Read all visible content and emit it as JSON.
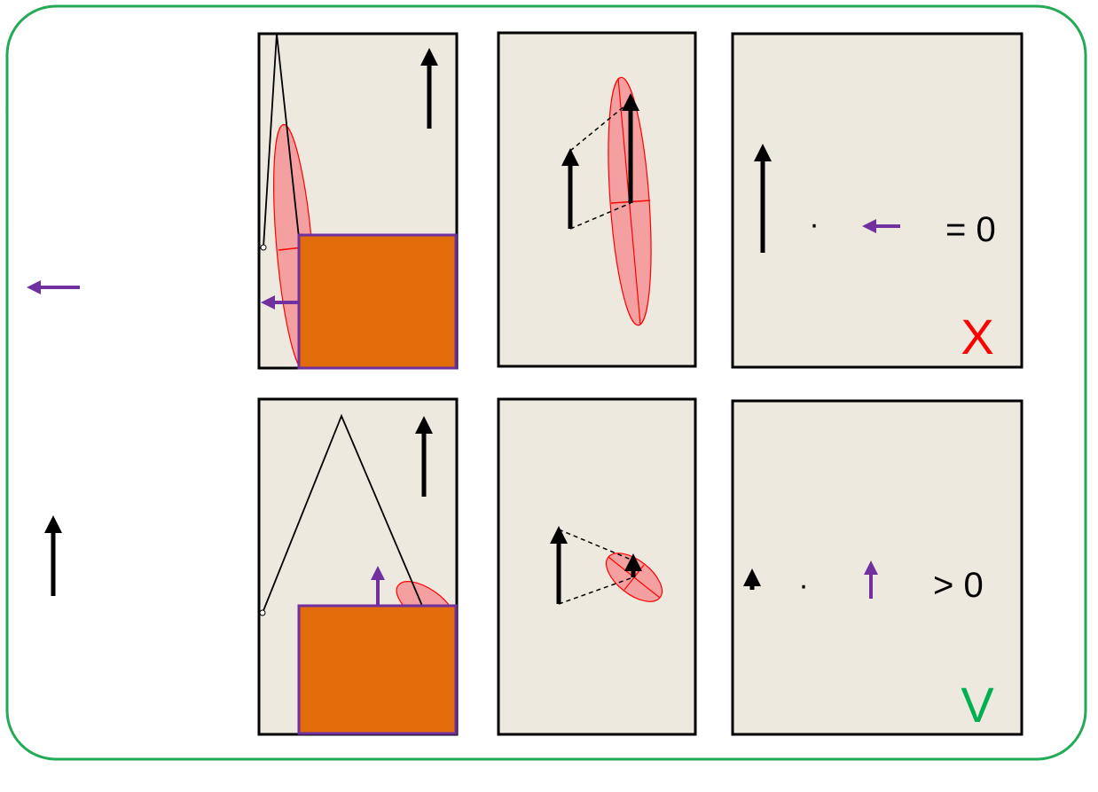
{
  "colors": {
    "frame_border": "#22aa55",
    "panel_fill": "#ede9df",
    "panel_border": "#000000",
    "block_fill": "#e36c0a",
    "block_border": "#7030a0",
    "purple_arrow": "#7030a0",
    "black_arrow": "#000000",
    "ellipse_fill": "#f4a0a0",
    "ellipse_stroke": "#ff0000",
    "mark_x": "#ff0000",
    "mark_v": "#00b050"
  },
  "rows": [
    {
      "name": "top",
      "side_arrow": "purple-left-arrow",
      "result": {
        "operator": "·",
        "equation": "= 0",
        "mark": "X"
      }
    },
    {
      "name": "bottom",
      "side_arrow": "black-up-arrow",
      "result": {
        "operator": "·",
        "equation": "> 0",
        "mark": "V"
      }
    }
  ]
}
